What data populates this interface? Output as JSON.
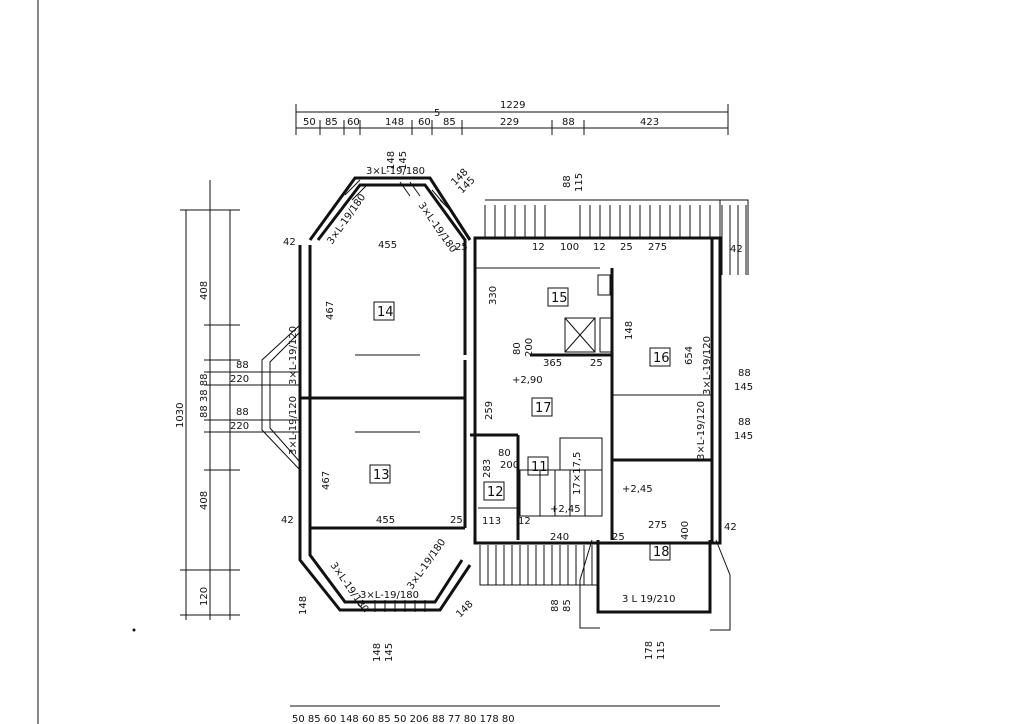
{
  "dimensions": {
    "total_width": "1229",
    "top_chain": [
      "50",
      "85",
      "60",
      "148",
      "60",
      "85",
      "229",
      "88",
      "423"
    ],
    "top_superscript": "5",
    "left_total": "1030",
    "left_upper": "408",
    "left_lower": "408",
    "left_bottom": "120",
    "bay_upper_a": "88",
    "bay_upper_b": "220",
    "bay_mid": "88 38 88",
    "bay_lower_a": "88",
    "bay_lower_b": "220",
    "bottom_chain": "50 85 60 148 60 85 50 206 88 77 80 178 80"
  },
  "labels": {
    "stair_top_left": "3×L-19/180",
    "stair_top_diag_left": "3×L-19/180",
    "stair_top_diag_right": "3×L-19/180",
    "stair_bay_upper": "3×L-19/120",
    "stair_bay_lower": "3×L-19/120",
    "stair_bottom_left": "3×L-19/180",
    "stair_bottom_mid": "3×L-19/180",
    "stair_bottom_right": "3×L-19/180",
    "stair_right_upper": "3×L-19/120",
    "stair_right_lower": "3×L-19/120",
    "stair_room18": "3 L 19/210",
    "dim_148a": "148",
    "dim_145a": "145",
    "dim_148b": "148",
    "dim_145b": "145",
    "dim_88a": "88",
    "dim_115": "115",
    "dim_88r1": "88",
    "dim_145r1": "145",
    "dim_88r2": "88",
    "dim_145r2": "145",
    "dim_148c": "148",
    "dim_145c": "145",
    "dim_88b": "88",
    "dim_85b": "85",
    "dim_178": "178",
    "dim_115b": "115",
    "dim_42": "42",
    "dim_455a": "455",
    "dim_455b": "455",
    "dim_467a": "467",
    "dim_467b": "467",
    "dim_25": "25",
    "dim_12": "12",
    "dim_100": "100",
    "dim_275a": "275",
    "dim_275b": "275",
    "dim_330": "330",
    "dim_365": "365",
    "dim_654": "654",
    "dim_148d": "148",
    "dim_80a": "80",
    "dim_200a": "200",
    "dim_80b": "80",
    "dim_200b": "200",
    "dim_259": "259",
    "dim_283": "283",
    "dim_113": "113",
    "dim_240": "240",
    "dim_400": "400",
    "dim_175": "17×17,5",
    "level_290": "+2,90",
    "level_245a": "+2,45",
    "level_245b": "+2,45"
  },
  "rooms": [
    "14",
    "13",
    "15",
    "16",
    "17",
    "11",
    "12",
    "18"
  ]
}
